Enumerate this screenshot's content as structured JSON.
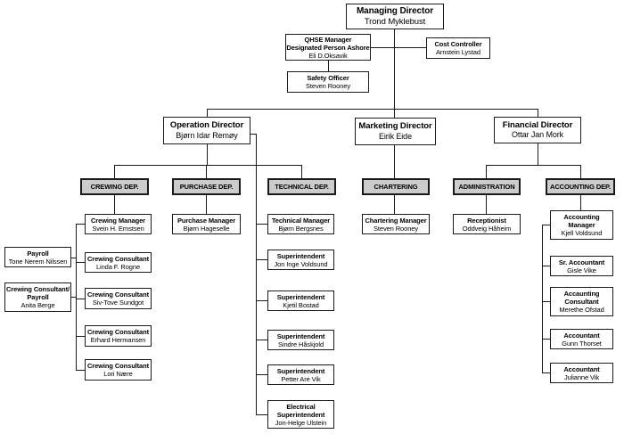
{
  "colors": {
    "box_background": "#ffffff",
    "department_fill": "#cccccc",
    "line_and_border": "#1a1a1a"
  },
  "nodes": {
    "managing_director": {
      "title": "Managing Director",
      "name": "Trond Myklebust"
    },
    "qhse_manager": {
      "title": "QHSE Manager",
      "title2": "Designated Person Ashore",
      "name": "Eli D.Oksavik"
    },
    "cost_controller": {
      "title": "Cost Controller",
      "name": "Arnstein Lystad"
    },
    "safety_officer": {
      "title": "Safety Officer",
      "name": "Steven Rooney"
    },
    "operation_director": {
      "title": "Operation Director",
      "name": "Bjørn Idar Remøy"
    },
    "marketing_director": {
      "title": "Marketing Director",
      "name": "Eirik Eide"
    },
    "financial_director": {
      "title": "Financial Director",
      "name": "Ottar Jan Mork"
    },
    "dep_crewing": {
      "label": "CREWING DEP."
    },
    "dep_purchase": {
      "label": "PURCHASE DEP."
    },
    "dep_technical": {
      "label": "TECHNICAL DEP."
    },
    "dep_chartering": {
      "label": "CHARTERING"
    },
    "dep_administration": {
      "label": "ADMINISTRATION"
    },
    "dep_accounting": {
      "label": "ACCOUNTING DEP."
    },
    "crewing_manager": {
      "title": "Crewing Manager",
      "name": "Svein H. Ernstsen"
    },
    "crewing_consultant_1": {
      "title": "Crewing Consultant",
      "name": "Linda F. Rogne"
    },
    "crewing_consultant_2": {
      "title": "Crewing Consultant",
      "name": "Siv-Tove Sundgot"
    },
    "crewing_consultant_3": {
      "title": "Crewing Consultant",
      "name": "Erhard Hermansen"
    },
    "crewing_consultant_4": {
      "title": "Crewing Consultant",
      "name": "Lori Nære"
    },
    "payroll": {
      "title": "Payroll",
      "name": "Tone Nerem Nilssen"
    },
    "crewing_consultant_payroll": {
      "title": "Crewing Consultant/",
      "title2": "Payroll",
      "name": "Anita Berge"
    },
    "purchase_manager": {
      "title": "Purchase Manager",
      "name": "Bjørn Hageselle"
    },
    "technical_manager": {
      "title": "Technical Manager",
      "name": "Bjørn Bergsnes"
    },
    "superintendent_1": {
      "title": "Superintendent",
      "name": "Jon Inge Voldsund"
    },
    "superintendent_2": {
      "title": "Superintendent",
      "name": "Kjetil Bostad"
    },
    "superintendent_3": {
      "title": "Superintendent",
      "name": "Sindre Håskjold"
    },
    "superintendent_4": {
      "title": "Superintendent",
      "name": "Petter Are Vik"
    },
    "electrical_superintendent": {
      "title": "Electrical",
      "title2": "Superintendent",
      "name": "Jon-Helge Ulstein"
    },
    "chartering_manager": {
      "title": "Chartering Manager",
      "name": "Steven Rooney"
    },
    "receptionist": {
      "title": "Receptionist",
      "name": "Oddveig Håheim"
    },
    "accounting_manager": {
      "title": "Accounting",
      "title2": "Manager",
      "name": "Kjell Voldsund"
    },
    "sr_accountant": {
      "title": "Sr. Accountant",
      "name": "Gisle Vike"
    },
    "accounting_consultant": {
      "title": "Accaunting",
      "title2": "Consultant",
      "name": "Merethe Ofstad"
    },
    "accountant_1": {
      "title": "Accountant",
      "name": "Gunn Thorset"
    },
    "accountant_2": {
      "title": "Accountant",
      "name": "Julianne Vik"
    }
  }
}
